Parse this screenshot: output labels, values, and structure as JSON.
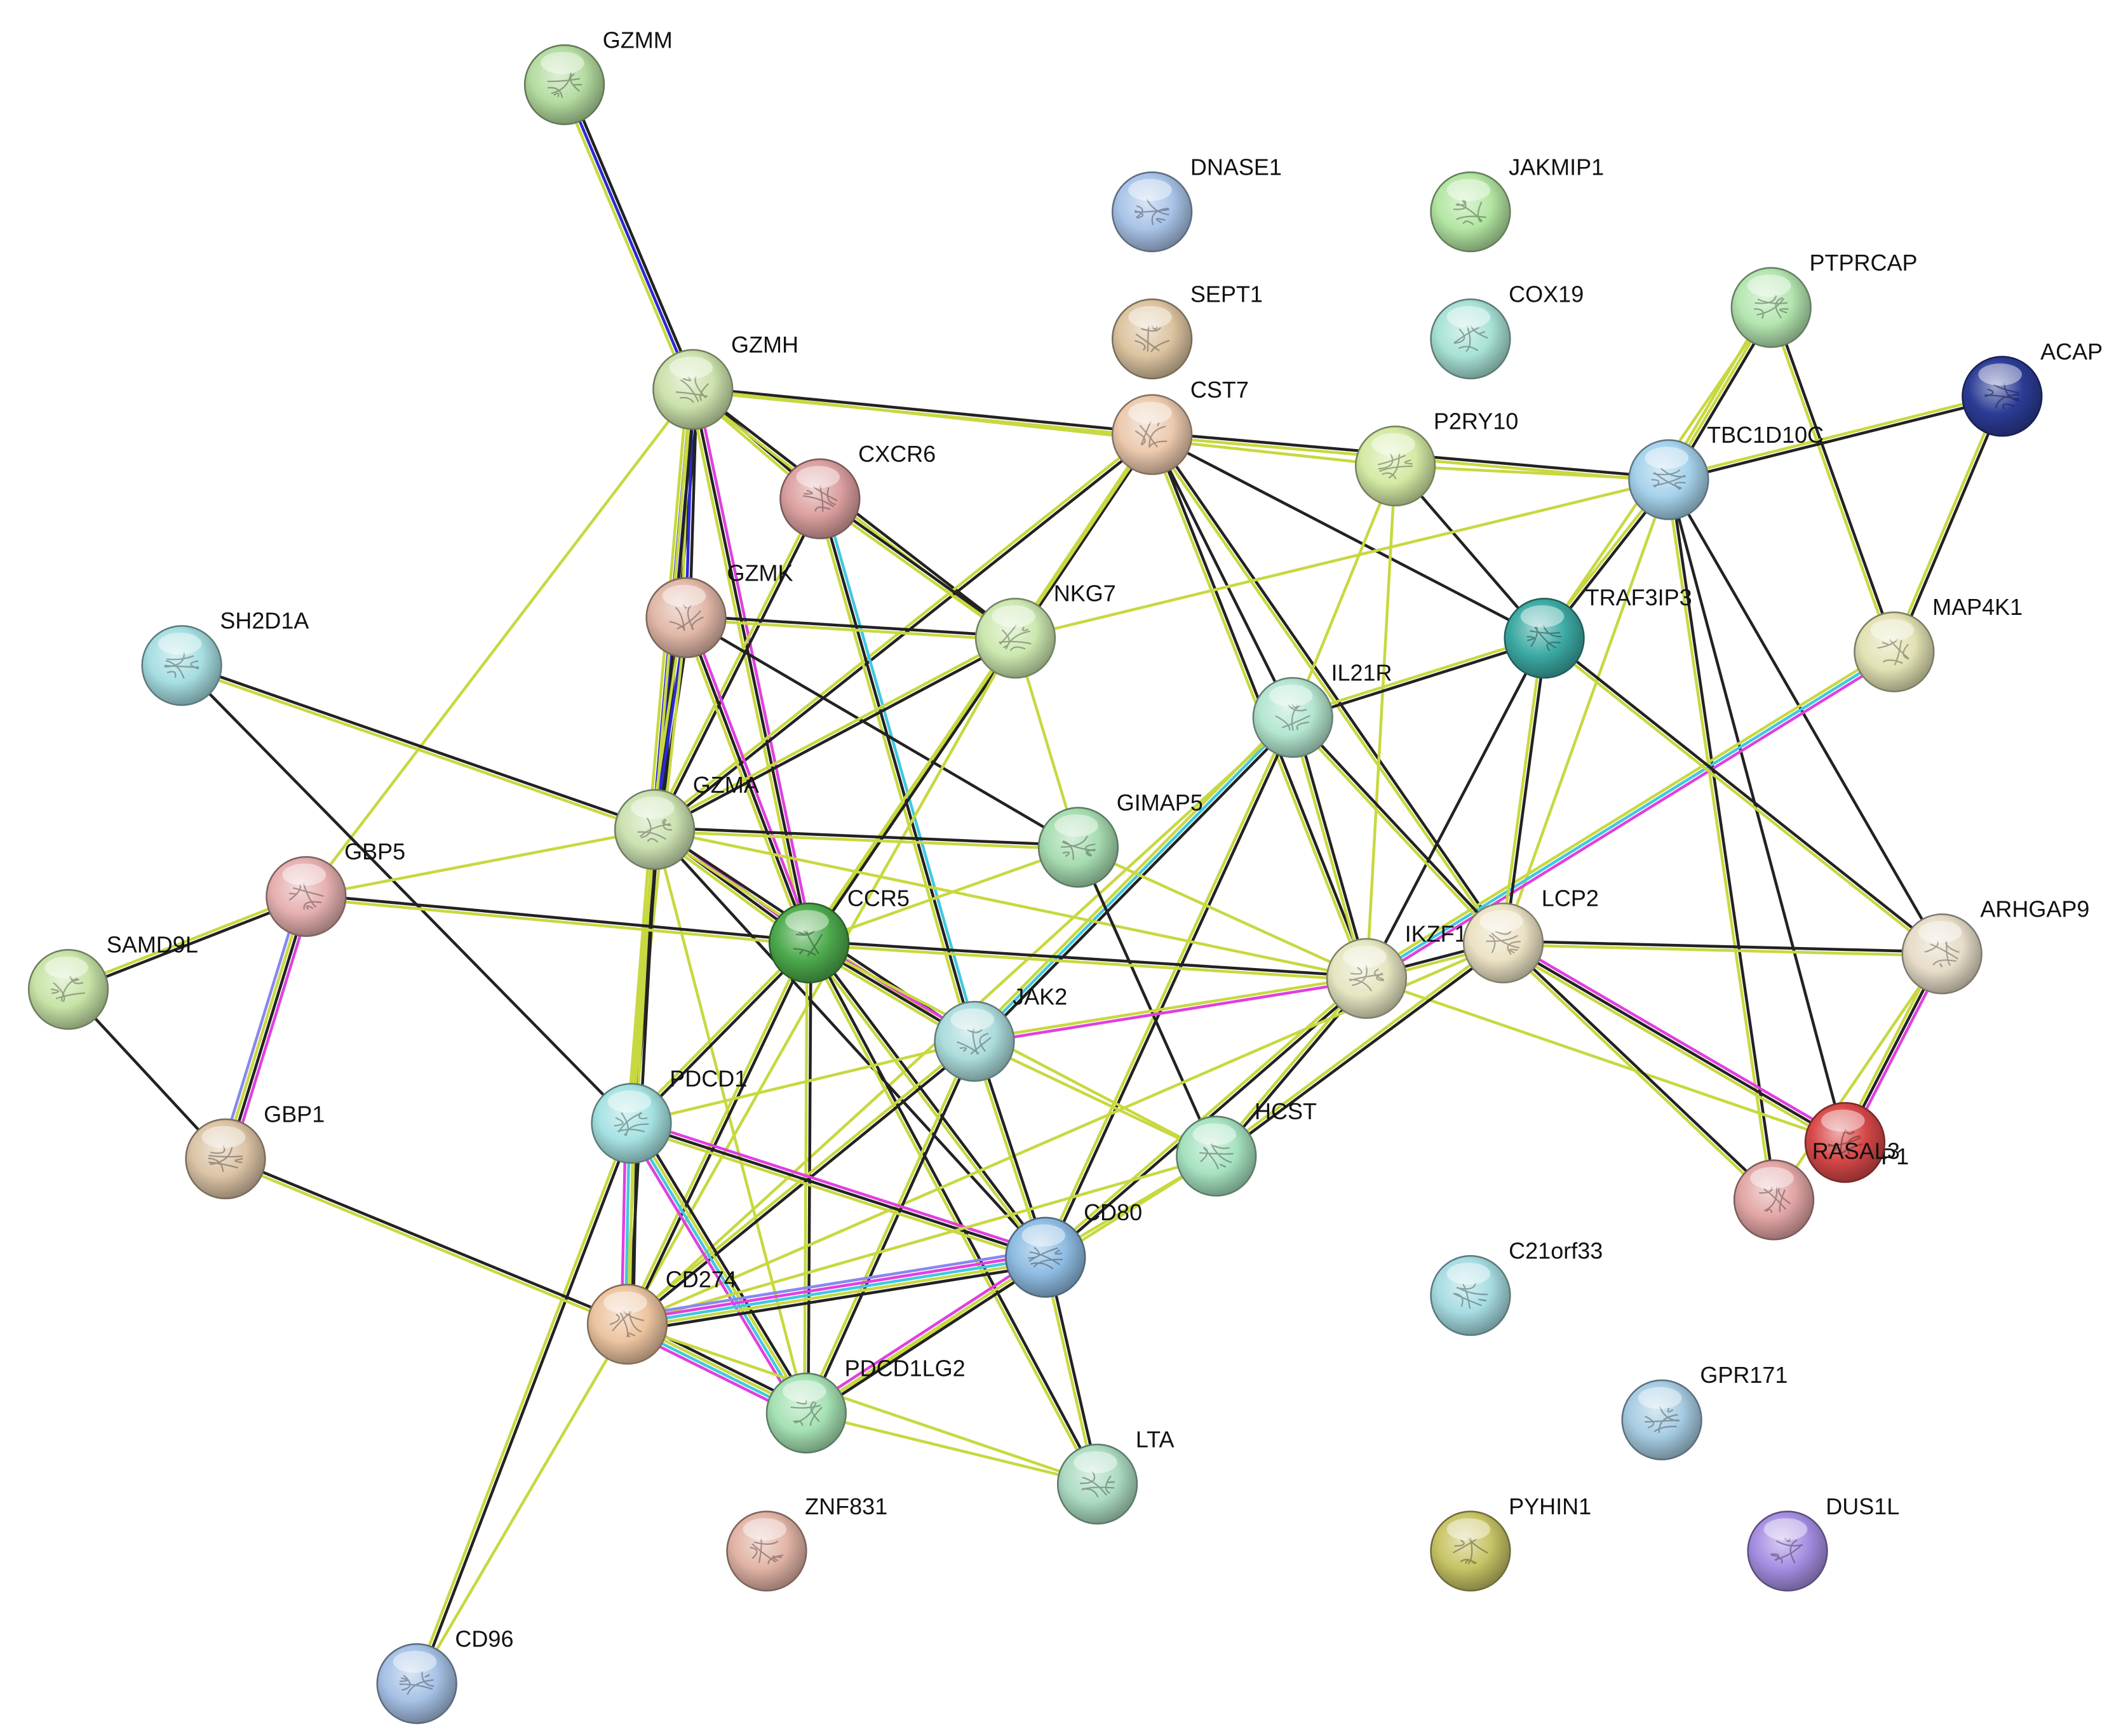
{
  "network": {
    "nodes": [
      {
        "id": "GZMM",
        "color": "#b4dca0"
      },
      {
        "id": "DNASE1",
        "color": "#a9c4e8"
      },
      {
        "id": "JAKMIP1",
        "color": "#b4e6a2"
      },
      {
        "id": "SEPT1",
        "color": "#dcc4a0"
      },
      {
        "id": "COX19",
        "color": "#a8e2d6"
      },
      {
        "id": "PTPRCAP",
        "color": "#b4e6b0"
      },
      {
        "id": "ACAP",
        "color": "#2c3c96"
      },
      {
        "id": "GZMH",
        "color": "#cce2ac"
      },
      {
        "id": "CST7",
        "color": "#eccaae"
      },
      {
        "id": "P2RY10",
        "color": "#d4eaa4"
      },
      {
        "id": "TBC1D10C",
        "color": "#a6d2ec"
      },
      {
        "id": "CXCR6",
        "color": "#dca0a0"
      },
      {
        "id": "GZMK",
        "color": "#e2b8a8"
      },
      {
        "id": "NKG7",
        "color": "#cce8b0"
      },
      {
        "id": "SH2D1A",
        "color": "#a6dee2"
      },
      {
        "id": "TRAF3IP3",
        "color": "#3caaa4"
      },
      {
        "id": "MAP4K1",
        "color": "#e2e2b4"
      },
      {
        "id": "IL21R",
        "color": "#b4e6d0"
      },
      {
        "id": "GZMA",
        "color": "#cce2b2"
      },
      {
        "id": "GIMAP5",
        "color": "#a6dcb0"
      },
      {
        "id": "GBP5",
        "color": "#e6b0b0"
      },
      {
        "id": "CCR5",
        "color": "#4caa4c"
      },
      {
        "id": "SAMD9L",
        "color": "#c8e4a8"
      },
      {
        "id": "IKZF1",
        "color": "#e6e6c2"
      },
      {
        "id": "LCP2",
        "color": "#ece2c4"
      },
      {
        "id": "ARHGAP9",
        "color": "#e6dcc8"
      },
      {
        "id": "JAK2",
        "color": "#acdcdc"
      },
      {
        "id": "PDCD1",
        "color": "#a6e2e2"
      },
      {
        "id": "GBP1",
        "color": "#dcc4a6"
      },
      {
        "id": "HCST",
        "color": "#a6e2c0"
      },
      {
        "id": "PSTPIP1",
        "color": "#e2a6a6"
      },
      {
        "id": "RASAL3",
        "color": "#d84848"
      },
      {
        "id": "CD80",
        "color": "#8ebce2"
      },
      {
        "id": "C21orf33",
        "color": "#a6dce2"
      },
      {
        "id": "CD274",
        "color": "#ecc4a0"
      },
      {
        "id": "PDCD1LG2",
        "color": "#a6e2b4"
      },
      {
        "id": "GPR171",
        "color": "#a6cce2"
      },
      {
        "id": "LTA",
        "color": "#acdcc2"
      },
      {
        "id": "ZNF831",
        "color": "#e2b4a6"
      },
      {
        "id": "PYHIN1",
        "color": "#c8c466"
      },
      {
        "id": "DUS1L",
        "color": "#a68ee2"
      },
      {
        "id": "CD96",
        "color": "#a6c2e6"
      }
    ],
    "edges": [
      {
        "source": "GZMM",
        "target": "GZMH",
        "colors": [
          "#222222",
          "#2a2ad6",
          "#c8d840"
        ]
      },
      {
        "source": "GZMH",
        "target": "GZMA",
        "colors": [
          "#222222",
          "#2a2ad6",
          "#2a2ad6",
          "#c8d840"
        ]
      },
      {
        "source": "GZMH",
        "target": "CST7",
        "colors": [
          "#222222",
          "#c8d840"
        ]
      },
      {
        "source": "GZMH",
        "target": "CXCR6",
        "colors": [
          "#222222",
          "#c8d840"
        ]
      },
      {
        "source": "GZMH",
        "target": "GZMK",
        "colors": [
          "#222222",
          "#2a2ad6",
          "#c8d840"
        ]
      },
      {
        "source": "GZMH",
        "target": "NKG7",
        "colors": [
          "#222222",
          "#c8d840"
        ]
      },
      {
        "source": "GZMH",
        "target": "PDCD1",
        "colors": [
          "#222222",
          "#c8d840"
        ]
      },
      {
        "source": "GZMH",
        "target": "CCR5",
        "colors": [
          "#e040e0",
          "#222222",
          "#c8d840"
        ]
      },
      {
        "source": "GZMH",
        "target": "GBP5",
        "colors": [
          "#c8d840"
        ]
      },
      {
        "source": "GZMH",
        "target": "P2RY10",
        "colors": [
          "#c8d840"
        ]
      },
      {
        "source": "CST7",
        "target": "TBC1D10C",
        "colors": [
          "#222222",
          "#c8d840"
        ]
      },
      {
        "source": "CST7",
        "target": "NKG7",
        "colors": [
          "#222222",
          "#c8d840"
        ]
      },
      {
        "source": "CST7",
        "target": "GZMA",
        "colors": [
          "#222222",
          "#c8d840"
        ]
      },
      {
        "source": "CST7",
        "target": "IKZF1",
        "colors": [
          "#222222",
          "#c8d840"
        ]
      },
      {
        "source": "CST7",
        "target": "LCP2",
        "colors": [
          "#222222",
          "#c8d840"
        ]
      },
      {
        "source": "CST7",
        "target": "TRAF3IP3",
        "colors": [
          "#222222"
        ]
      },
      {
        "source": "CST7",
        "target": "CCR5",
        "colors": [
          "#c8d840"
        ]
      },
      {
        "source": "CST7",
        "target": "IL21R",
        "colors": [
          "#222222"
        ]
      },
      {
        "source": "P2RY10",
        "target": "TBC1D10C",
        "colors": [
          "#c8d840"
        ]
      },
      {
        "source": "P2RY10",
        "target": "TRAF3IP3",
        "colors": [
          "#222222"
        ]
      },
      {
        "source": "P2RY10",
        "target": "IL21R",
        "colors": [
          "#c8d840"
        ]
      },
      {
        "source": "P2RY10",
        "target": "IKZF1",
        "colors": [
          "#c8d840"
        ]
      },
      {
        "source": "PTPRCAP",
        "target": "TBC1D10C",
        "colors": [
          "#222222",
          "#c8d840",
          "#c8d840"
        ]
      },
      {
        "source": "PTPRCAP",
        "target": "TRAF3IP3",
        "colors": [
          "#c8d840"
        ]
      },
      {
        "source": "PTPRCAP",
        "target": "MAP4K1",
        "colors": [
          "#222222",
          "#c8d840"
        ]
      },
      {
        "source": "ACAP",
        "target": "TBC1D10C",
        "colors": [
          "#222222",
          "#c8d840"
        ]
      },
      {
        "source": "ACAP",
        "target": "MAP4K1",
        "colors": [
          "#222222",
          "#c8d840"
        ]
      },
      {
        "source": "TBC1D10C",
        "target": "TRAF3IP3",
        "colors": [
          "#222222",
          "#c8d840"
        ]
      },
      {
        "source": "TBC1D10C",
        "target": "ARHGAP9",
        "colors": [
          "#222222"
        ]
      },
      {
        "source": "TBC1D10C",
        "target": "LCP2",
        "colors": [
          "#c8d840"
        ]
      },
      {
        "source": "TBC1D10C",
        "target": "NKG7",
        "colors": [
          "#c8d840"
        ]
      },
      {
        "source": "TBC1D10C",
        "target": "RASAL3",
        "colors": [
          "#222222"
        ]
      },
      {
        "source": "TBC1D10C",
        "target": "PSTPIP1",
        "colors": [
          "#222222",
          "#c8d840"
        ]
      },
      {
        "source": "MAP4K1",
        "target": "IKZF1",
        "colors": [
          "#e040e0",
          "#40c8e0",
          "#c8d840"
        ]
      },
      {
        "source": "CXCR6",
        "target": "NKG7",
        "colors": [
          "#222222",
          "#c8d840"
        ]
      },
      {
        "source": "CXCR6",
        "target": "JAK2",
        "colors": [
          "#40c8e0",
          "#222222",
          "#c8d840"
        ]
      },
      {
        "source": "CXCR6",
        "target": "GZMA",
        "colors": [
          "#222222",
          "#c8d840"
        ]
      },
      {
        "source": "GZMK",
        "target": "NKG7",
        "colors": [
          "#222222",
          "#c8d840"
        ]
      },
      {
        "source": "GZMK",
        "target": "GZMA",
        "colors": [
          "#222222",
          "#2a2ad6",
          "#c8d840"
        ]
      },
      {
        "source": "GZMK",
        "target": "CCR5",
        "colors": [
          "#e040e0",
          "#222222",
          "#c8d840"
        ]
      },
      {
        "source": "GZMK",
        "target": "GIMAP5",
        "colors": [
          "#222222"
        ]
      },
      {
        "source": "GZMK",
        "target": "PDCD1",
        "colors": [
          "#c8d840"
        ]
      },
      {
        "source": "NKG7",
        "target": "GZMA",
        "colors": [
          "#222222",
          "#c8d840"
        ]
      },
      {
        "source": "NKG7",
        "target": "CCR5",
        "colors": [
          "#222222",
          "#c8d840"
        ]
      },
      {
        "source": "NKG7",
        "target": "GIMAP5",
        "colors": [
          "#c8d840"
        ]
      },
      {
        "source": "NKG7",
        "target": "CD274",
        "colors": [
          "#c8d840"
        ]
      },
      {
        "source": "SH2D1A",
        "target": "GZMA",
        "colors": [
          "#222222",
          "#c8d840"
        ]
      },
      {
        "source": "SH2D1A",
        "target": "PDCD1",
        "colors": [
          "#222222"
        ]
      },
      {
        "source": "TRAF3IP3",
        "target": "IL21R",
        "colors": [
          "#222222",
          "#c8d840"
        ]
      },
      {
        "source": "TRAF3IP3",
        "target": "LCP2",
        "colors": [
          "#222222",
          "#c8d840"
        ]
      },
      {
        "source": "TRAF3IP3",
        "target": "IKZF1",
        "colors": [
          "#222222"
        ]
      },
      {
        "source": "TRAF3IP3",
        "target": "ARHGAP9",
        "colors": [
          "#222222",
          "#c8d840"
        ]
      },
      {
        "source": "IL21R",
        "target": "IKZF1",
        "colors": [
          "#222222",
          "#c8d840"
        ]
      },
      {
        "source": "IL21R",
        "target": "LCP2",
        "colors": [
          "#222222",
          "#c8d840"
        ]
      },
      {
        "source": "IL21R",
        "target": "JAK2",
        "colors": [
          "#222222",
          "#40c8e0",
          "#c8d840"
        ]
      },
      {
        "source": "IL21R",
        "target": "CD80",
        "colors": [
          "#222222",
          "#c8d840"
        ]
      },
      {
        "source": "IL21R",
        "target": "CD274",
        "colors": [
          "#c8d840"
        ]
      },
      {
        "source": "GZMA",
        "target": "PDCD1",
        "colors": [
          "#222222",
          "#c8d840",
          "#c8d840"
        ]
      },
      {
        "source": "GZMA",
        "target": "CCR5",
        "colors": [
          "#e040e0",
          "#222222",
          "#c8d840"
        ]
      },
      {
        "source": "GZMA",
        "target": "GBP5",
        "colors": [
          "#c8d840"
        ]
      },
      {
        "source": "GZMA",
        "target": "GIMAP5",
        "colors": [
          "#222222",
          "#c8d840"
        ]
      },
      {
        "source": "GZMA",
        "target": "IKZF1",
        "colors": [
          "#c8d840"
        ]
      },
      {
        "source": "GZMA",
        "target": "CD80",
        "colors": [
          "#222222"
        ]
      },
      {
        "source": "GZMA",
        "target": "JAK2",
        "colors": [
          "#222222",
          "#c8d840"
        ]
      },
      {
        "source": "GZMA",
        "target": "CD274",
        "colors": [
          "#222222",
          "#c8d840"
        ]
      },
      {
        "source": "GZMA",
        "target": "PDCD1LG2",
        "colors": [
          "#c8d840"
        ]
      },
      {
        "source": "GIMAP5",
        "target": "CCR5",
        "colors": [
          "#c8d840"
        ]
      },
      {
        "source": "GIMAP5",
        "target": "IKZF1",
        "colors": [
          "#c8d840"
        ]
      },
      {
        "source": "GIMAP5",
        "target": "HCST",
        "colors": [
          "#222222"
        ]
      },
      {
        "source": "GBP5",
        "target": "SAMD9L",
        "colors": [
          "#222222",
          "#c8d840"
        ]
      },
      {
        "source": "GBP5",
        "target": "GBP1",
        "colors": [
          "#e040e0",
          "#222222",
          "#c8d840",
          "#8888ee"
        ]
      },
      {
        "source": "GBP5",
        "target": "CCR5",
        "colors": [
          "#222222",
          "#c8d840"
        ]
      },
      {
        "source": "SAMD9L",
        "target": "GBP1",
        "colors": [
          "#222222"
        ]
      },
      {
        "source": "CCR5",
        "target": "IKZF1",
        "colors": [
          "#222222",
          "#c8d840"
        ]
      },
      {
        "source": "CCR5",
        "target": "JAK2",
        "colors": [
          "#e040e0",
          "#222222",
          "#c8d840"
        ]
      },
      {
        "source": "CCR5",
        "target": "PDCD1",
        "colors": [
          "#222222",
          "#c8d840"
        ]
      },
      {
        "source": "CCR5",
        "target": "CD80",
        "colors": [
          "#222222",
          "#c8d840"
        ]
      },
      {
        "source": "CCR5",
        "target": "CD274",
        "colors": [
          "#222222",
          "#c8d840"
        ]
      },
      {
        "source": "CCR5",
        "target": "HCST",
        "colors": [
          "#c8d840"
        ]
      },
      {
        "source": "CCR5",
        "target": "PDCD1LG2",
        "colors": [
          "#222222",
          "#c8d840"
        ]
      },
      {
        "source": "CCR5",
        "target": "LTA",
        "colors": [
          "#222222",
          "#c8d840"
        ]
      },
      {
        "source": "IKZF1",
        "target": "LCP2",
        "colors": [
          "#222222",
          "#c8d840"
        ]
      },
      {
        "source": "IKZF1",
        "target": "JAK2",
        "colors": [
          "#e040e0",
          "#c8d840"
        ]
      },
      {
        "source": "IKZF1",
        "target": "HCST",
        "colors": [
          "#222222",
          "#c8d840"
        ]
      },
      {
        "source": "IKZF1",
        "target": "CD80",
        "colors": [
          "#222222",
          "#c8d840"
        ]
      },
      {
        "source": "IKZF1",
        "target": "RASAL3",
        "colors": [
          "#c8d840"
        ]
      },
      {
        "source": "LCP2",
        "target": "ARHGAP9",
        "colors": [
          "#222222",
          "#c8d840"
        ]
      },
      {
        "source": "LCP2",
        "target": "RASAL3",
        "colors": [
          "#e040e0",
          "#222222",
          "#c8d840"
        ]
      },
      {
        "source": "LCP2",
        "target": "PSTPIP1",
        "colors": [
          "#222222",
          "#c8d840"
        ]
      },
      {
        "source": "LCP2",
        "target": "HCST",
        "colors": [
          "#222222",
          "#c8d840"
        ]
      },
      {
        "source": "LCP2",
        "target": "CD274",
        "colors": [
          "#c8d840"
        ]
      },
      {
        "source": "ARHGAP9",
        "target": "RASAL3",
        "colors": [
          "#e040e0",
          "#222222",
          "#c8d840"
        ]
      },
      {
        "source": "ARHGAP9",
        "target": "PSTPIP1",
        "colors": [
          "#c8d840"
        ]
      },
      {
        "source": "JAK2",
        "target": "PDCD1",
        "colors": [
          "#c8d840"
        ]
      },
      {
        "source": "JAK2",
        "target": "CD80",
        "colors": [
          "#222222",
          "#c8d840"
        ]
      },
      {
        "source": "JAK2",
        "target": "CD274",
        "colors": [
          "#222222",
          "#c8d840"
        ]
      },
      {
        "source": "JAK2",
        "target": "PDCD1LG2",
        "colors": [
          "#222222",
          "#c8d840"
        ]
      },
      {
        "source": "JAK2",
        "target": "HCST",
        "colors": [
          "#c8d840"
        ]
      },
      {
        "source": "PDCD1",
        "target": "CD274",
        "colors": [
          "#222222",
          "#c8d840",
          "#40c8e0",
          "#e040e0"
        ]
      },
      {
        "source": "PDCD1",
        "target": "PDCD1LG2",
        "colors": [
          "#222222",
          "#c8d840",
          "#40c8e0",
          "#e040e0"
        ]
      },
      {
        "source": "PDCD1",
        "target": "CD80",
        "colors": [
          "#e040e0",
          "#222222",
          "#c8d840"
        ]
      },
      {
        "source": "PDCD1",
        "target": "CD96",
        "colors": [
          "#222222",
          "#c8d840"
        ]
      },
      {
        "source": "GBP1",
        "target": "CD274",
        "colors": [
          "#222222",
          "#c8d840"
        ]
      },
      {
        "source": "HCST",
        "target": "CD80",
        "colors": [
          "#c8d840"
        ]
      },
      {
        "source": "HCST",
        "target": "CD274",
        "colors": [
          "#c8d840"
        ]
      },
      {
        "source": "HCST",
        "target": "PDCD1LG2",
        "colors": [
          "#c8d840"
        ]
      },
      {
        "source": "CD80",
        "target": "CD274",
        "colors": [
          "#222222",
          "#c8d840",
          "#40c8e0",
          "#e040e0",
          "#8888ee"
        ]
      },
      {
        "source": "CD80",
        "target": "PDCD1LG2",
        "colors": [
          "#222222",
          "#c8d840",
          "#e040e0"
        ]
      },
      {
        "source": "CD80",
        "target": "LTA",
        "colors": [
          "#222222",
          "#c8d840"
        ]
      },
      {
        "source": "CD274",
        "target": "PDCD1LG2",
        "colors": [
          "#222222",
          "#c8d840",
          "#40c8e0",
          "#e040e0"
        ]
      },
      {
        "source": "CD274",
        "target": "CD96",
        "colors": [
          "#c8d840"
        ]
      },
      {
        "source": "CD274",
        "target": "LTA",
        "colors": [
          "#c8d840"
        ]
      },
      {
        "source": "PDCD1LG2",
        "target": "LTA",
        "colors": [
          "#c8d840"
        ]
      }
    ]
  }
}
